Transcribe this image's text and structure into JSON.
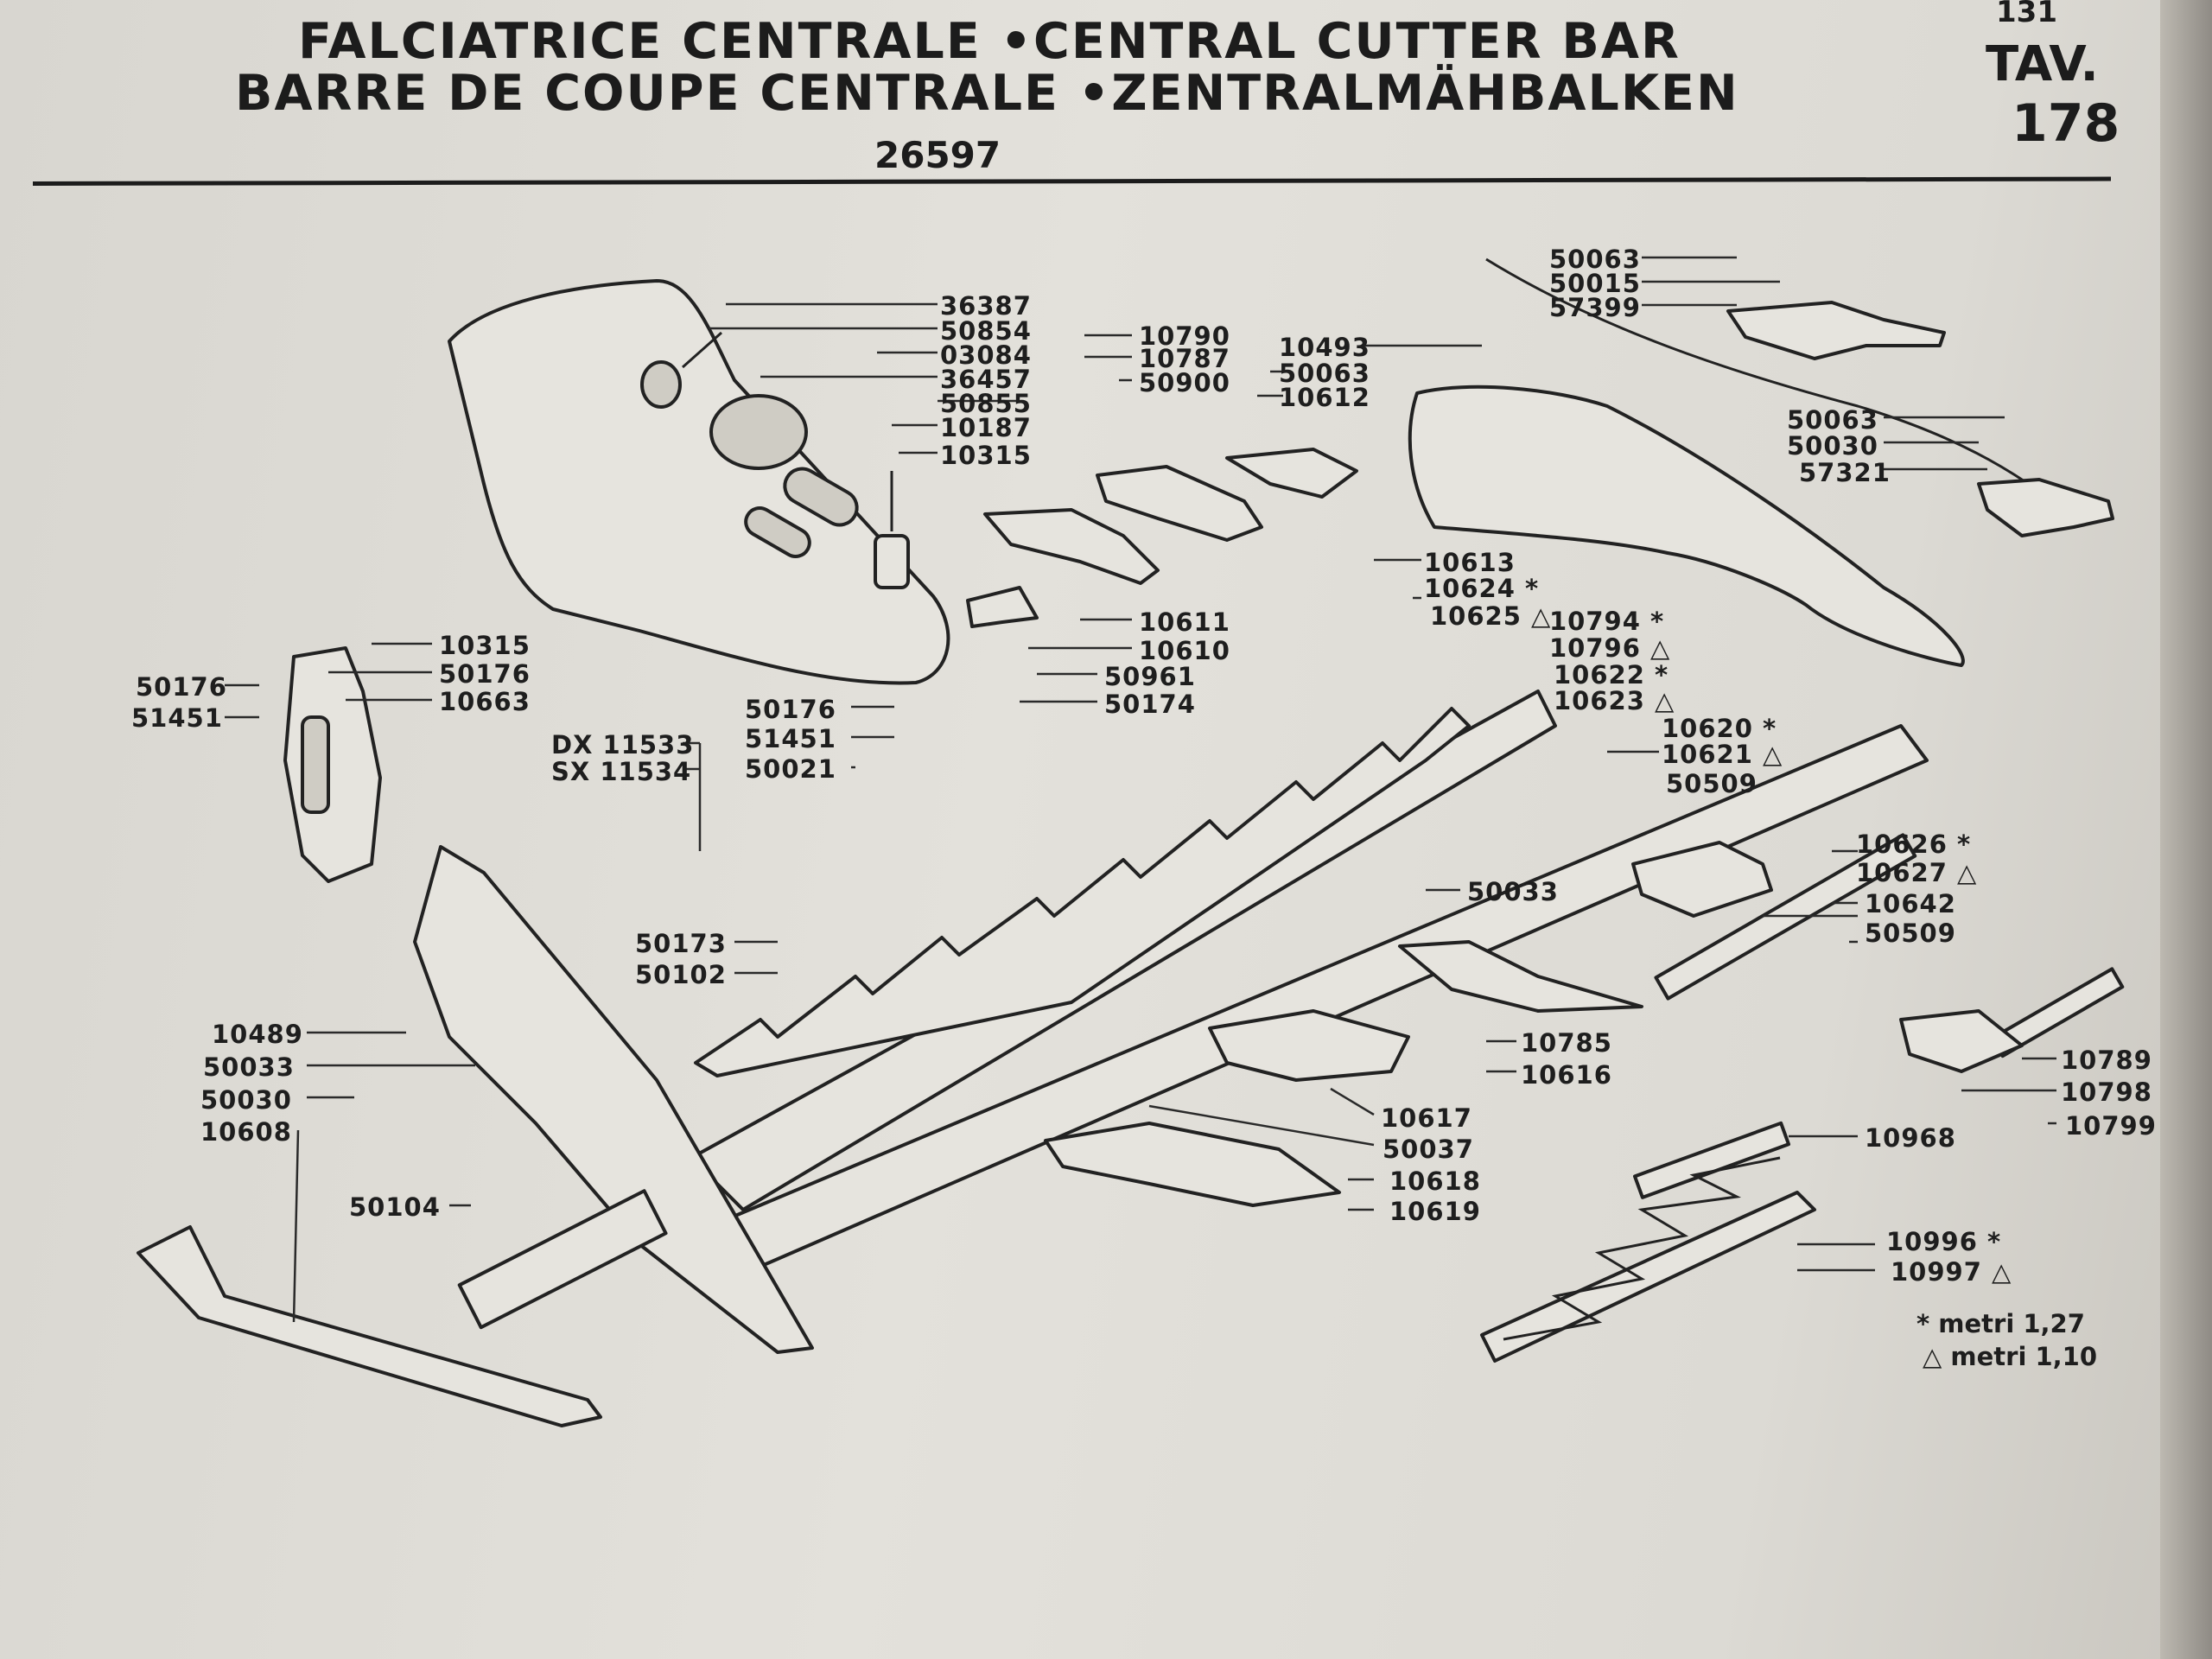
{
  "header": {
    "title_line_1": "FALCIATRICE CENTRALE •CENTRAL CUTTER BAR",
    "title_line_2": "BARRE DE COUPE CENTRALE •ZENTRALMÄHBALKEN",
    "model_code": "26597",
    "page_number": "131",
    "plate_label": "TAV.",
    "plate_number": "178"
  },
  "part_labels": [
    {
      "id": "p1",
      "text": "36387"
    },
    {
      "id": "p2",
      "text": "50854"
    },
    {
      "id": "p3",
      "text": "03084"
    },
    {
      "id": "p4",
      "text": "36457"
    },
    {
      "id": "p5",
      "text": "50855"
    },
    {
      "id": "p6",
      "text": "10187"
    },
    {
      "id": "p7",
      "text": "10315"
    },
    {
      "id": "p8",
      "text": "10790"
    },
    {
      "id": "p9",
      "text": "10787"
    },
    {
      "id": "p10",
      "text": "50900"
    },
    {
      "id": "p11",
      "text": "10493"
    },
    {
      "id": "p12",
      "text": "50063"
    },
    {
      "id": "p13",
      "text": "10612"
    },
    {
      "id": "p14",
      "text": "50063"
    },
    {
      "id": "p15",
      "text": "50015"
    },
    {
      "id": "p16",
      "text": "57399"
    },
    {
      "id": "p17",
      "text": "50063"
    },
    {
      "id": "p18",
      "text": "50030"
    },
    {
      "id": "p19",
      "text": "57321"
    },
    {
      "id": "p20",
      "text": "10613"
    },
    {
      "id": "p21",
      "text": "10624 *"
    },
    {
      "id": "p22",
      "text": "10625 △"
    },
    {
      "id": "p23",
      "text": "10794 *"
    },
    {
      "id": "p24",
      "text": "10796 △"
    },
    {
      "id": "p25",
      "text": "10622 *"
    },
    {
      "id": "p26",
      "text": "10623 △"
    },
    {
      "id": "p27",
      "text": "10611"
    },
    {
      "id": "p28",
      "text": "10610"
    },
    {
      "id": "p29",
      "text": "50961"
    },
    {
      "id": "p30",
      "text": "50174"
    },
    {
      "id": "p31",
      "text": "10315"
    },
    {
      "id": "p32",
      "text": "50176"
    },
    {
      "id": "p33",
      "text": "10663"
    },
    {
      "id": "p34",
      "text": "50176"
    },
    {
      "id": "p35",
      "text": "51451"
    },
    {
      "id": "p36",
      "text": "50176"
    },
    {
      "id": "p37",
      "text": "51451"
    },
    {
      "id": "p38",
      "text": "50021"
    },
    {
      "id": "p39",
      "text": "DX 11533"
    },
    {
      "id": "p40",
      "text": "SX 11534"
    },
    {
      "id": "p41",
      "text": "10620 *"
    },
    {
      "id": "p42",
      "text": "10621 △"
    },
    {
      "id": "p43",
      "text": "50509"
    },
    {
      "id": "p44",
      "text": "10626 *"
    },
    {
      "id": "p45",
      "text": "10627 △"
    },
    {
      "id": "p46",
      "text": "10642"
    },
    {
      "id": "p47",
      "text": "50509"
    },
    {
      "id": "p48",
      "text": "50033"
    },
    {
      "id": "p49",
      "text": "50173"
    },
    {
      "id": "p50",
      "text": "50102"
    },
    {
      "id": "p51",
      "text": "10785"
    },
    {
      "id": "p52",
      "text": "10616"
    },
    {
      "id": "p53",
      "text": "10789"
    },
    {
      "id": "p54",
      "text": "10798"
    },
    {
      "id": "p55",
      "text": "10799"
    },
    {
      "id": "p56",
      "text": "10489"
    },
    {
      "id": "p57",
      "text": "50033"
    },
    {
      "id": "p58",
      "text": "50030"
    },
    {
      "id": "p59",
      "text": "10608"
    },
    {
      "id": "p60",
      "text": "50104"
    },
    {
      "id": "p61",
      "text": "10617"
    },
    {
      "id": "p62",
      "text": "50037"
    },
    {
      "id": "p63",
      "text": "10618"
    },
    {
      "id": "p64",
      "text": "10619"
    },
    {
      "id": "p65",
      "text": "10968"
    },
    {
      "id": "p66",
      "text": "10996 *"
    },
    {
      "id": "p67",
      "text": "10997 △"
    }
  ],
  "legend": {
    "star": "* metri 1,27",
    "triangle": "△ metri 1,10"
  }
}
